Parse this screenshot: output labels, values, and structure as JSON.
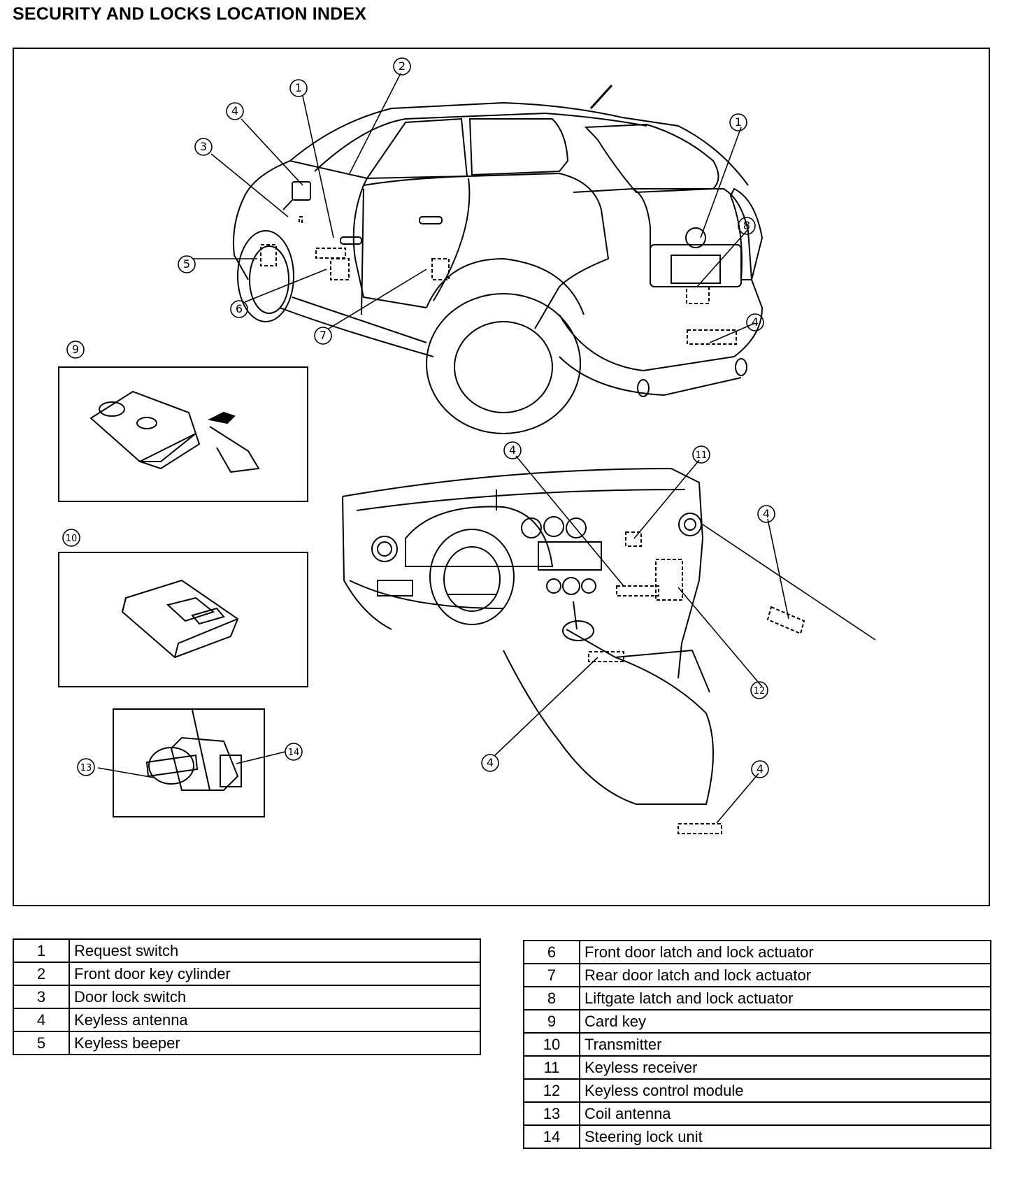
{
  "title": "SECURITY AND LOCKS LOCATION INDEX",
  "callouts": {
    "c1a": "1",
    "c2": "2",
    "c4a": "4",
    "c3": "3",
    "c5": "5",
    "c6": "6",
    "c7": "7",
    "c1b": "1",
    "c8": "8",
    "c4b": "4",
    "c9": "9",
    "c10": "10",
    "c11": "11",
    "c12": "12",
    "c13": "13",
    "c14": "14",
    "c4c": "4",
    "c4d": "4",
    "c4e": "4",
    "c4f": "4"
  },
  "legend_left": [
    {
      "num": "1",
      "desc": "Request switch"
    },
    {
      "num": "2",
      "desc": "Front door key cylinder"
    },
    {
      "num": "3",
      "desc": "Door lock switch"
    },
    {
      "num": "4",
      "desc": "Keyless antenna"
    },
    {
      "num": "5",
      "desc": "Keyless beeper"
    }
  ],
  "legend_right": [
    {
      "num": "6",
      "desc": "Front door latch and lock actuator"
    },
    {
      "num": "7",
      "desc": "Rear door latch and lock actuator"
    },
    {
      "num": "8",
      "desc": "Liftgate latch and lock actuator"
    },
    {
      "num": "9",
      "desc": "Card key"
    },
    {
      "num": "10",
      "desc": "Transmitter"
    },
    {
      "num": "11",
      "desc": "Keyless receiver"
    },
    {
      "num": "12",
      "desc": "Keyless control module"
    },
    {
      "num": "13",
      "desc": "Coil antenna"
    },
    {
      "num": "14",
      "desc": "Steering lock unit"
    }
  ]
}
